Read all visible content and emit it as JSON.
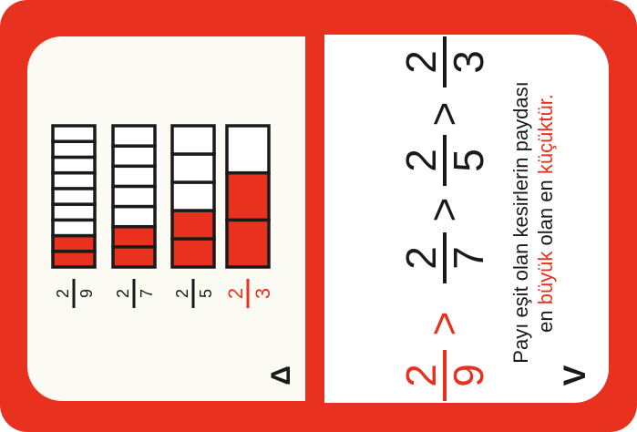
{
  "colors": {
    "red": "#e8321f",
    "black": "#1a1a1a",
    "cream": "#fbfaf3",
    "white": "#ffffff"
  },
  "left_panel": {
    "corner_label": "Δ",
    "bars": [
      {
        "fraction_num": "2",
        "fraction_den": "9",
        "cells": 9,
        "filled": 2,
        "highlight": false
      },
      {
        "fraction_num": "2",
        "fraction_den": "7",
        "cells": 7,
        "filled": 2,
        "highlight": false
      },
      {
        "fraction_num": "2",
        "fraction_den": "5",
        "cells": 5,
        "filled": 2,
        "highlight": false
      },
      {
        "fraction_num": "2",
        "fraction_den": "3",
        "cells": 3,
        "filled": 2,
        "highlight": true
      }
    ]
  },
  "right_panel": {
    "corner_label": "V",
    "comparison": [
      {
        "num": "2",
        "den": "3",
        "highlight": false
      },
      {
        "op": ">"
      },
      {
        "num": "2",
        "den": "5",
        "highlight": false
      },
      {
        "op": ">"
      },
      {
        "num": "2",
        "den": "7",
        "highlight": false
      },
      {
        "op": ">",
        "highlight": true
      },
      {
        "num": "2",
        "den": "9",
        "highlight": true
      }
    ],
    "rule_line1": "Payı eşit olan kesirlerin paydası",
    "rule_line2_a": "en",
    "rule_line2_b": "büyük",
    "rule_line2_c": "olan en",
    "rule_line2_d": "küçüktür."
  }
}
